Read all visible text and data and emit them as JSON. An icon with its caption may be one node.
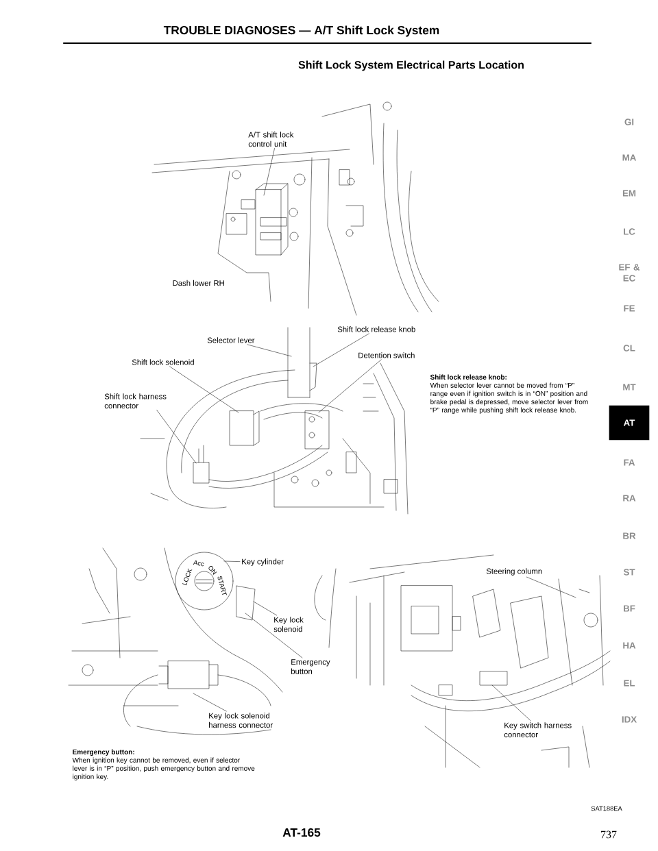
{
  "diagram": {
    "title": "TROUBLE DIAGNOSES — A/T Shift Lock System",
    "nodes": [
      {
        "text": [
          "A/T shift lock control unit"
        ]
      },
      {
        "text": [
          "Shift lock release knob"
        ]
      },
      {
        "text": [
          "Selector lever"
        ]
      },
      {
        "text": [
          "Detention switch"
        ]
      },
      {
        "text": [
          "Shift lock solenoid"
        ]
      },
      {
        "text": [
          "Shift lock harness connector"
        ]
      },
      {
        "text": [
          "Key cylinder"
        ]
      },
      {
        "text": [
          "Key lock solenoid"
        ]
      },
      {
        "text": [
          "Emergency button"
        ]
      },
      {
        "text": [
          "Key lock solenoid harness connector"
        ]
      },
      {
        "text": [
          "Steering column"
        ]
      },
      {
        "text": [
          "Key switch harness connector"
        ]
      }
    ],
    "edges": [
      {
        "from": 0,
        "to": null,
        "arrow": "none"
      },
      {
        "from": 1,
        "to": null,
        "arrow": "none"
      },
      {
        "from": 2,
        "to": null,
        "arrow": "none"
      },
      {
        "from": 3,
        "to": null,
        "arrow": "none"
      },
      {
        "from": 4,
        "to": null,
        "arrow": "none"
      },
      {
        "from": 5,
        "to": null,
        "arrow": "none"
      },
      {
        "from": 6,
        "to": null,
        "arrow": "none"
      },
      {
        "from": 7,
        "to": null,
        "arrow": "none"
      },
      {
        "from": 8,
        "to": null,
        "arrow": "none"
      },
      {
        "from": 9,
        "to": null,
        "arrow": "none"
      },
      {
        "from": 10,
        "to": null,
        "arrow": "none"
      },
      {
        "from": 11,
        "to": null,
        "arrow": "none"
      }
    ],
    "labels": [
      "Shift Lock System Electrical Parts Location",
      "Dash lower RH",
      "Shift lock release knob:",
      "When selector lever cannot be moved from “P” range even if ignition switch is in “ON” position and brake pedal is depressed, move selector lever from “P” range while pushing shift lock release knob.",
      "LOCK",
      "Acc",
      "ON",
      "START",
      "Emergency button:",
      "When ignition key cannot be removed, even if selector lever is in “P” position, push emergency button and remove ignition key.",
      "GI",
      "MA",
      "EM",
      "LC",
      "EF & EC",
      "FE",
      "CL",
      "MT",
      "AT",
      "FA",
      "RA",
      "BR",
      "ST",
      "BF",
      "HA",
      "EL",
      "IDX",
      "SAT188EA",
      "AT-165",
      "737"
    ]
  }
}
